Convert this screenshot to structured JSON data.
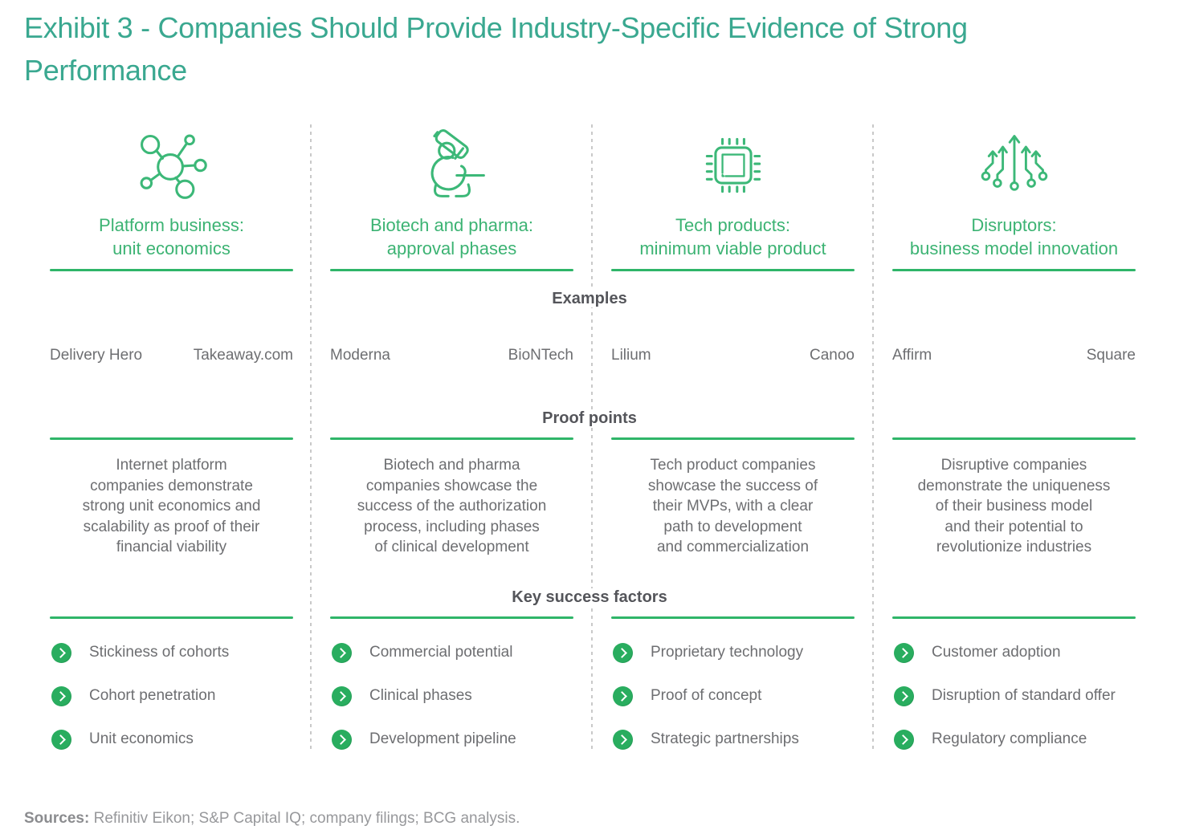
{
  "title_line1": "Exhibit 3 - Companies Should Provide Industry-Specific Evidence of Strong",
  "title_line2": "Performance",
  "section_headings": {
    "examples": "Examples",
    "proof_points": "Proof points",
    "key_success_factors": "Key success factors"
  },
  "columns": [
    {
      "icon": "network-icon",
      "header_line1": "Platform business:",
      "header_line2": "unit economics",
      "examples": [
        "Delivery Hero",
        "Takeaway.com"
      ],
      "proof_lines": [
        "Internet platform",
        "companies demonstrate",
        "strong unit economics and",
        "scalability as proof of their",
        "financial viability"
      ],
      "factors": [
        "Stickiness of cohorts",
        "Cohort penetration",
        "Unit economics"
      ]
    },
    {
      "icon": "microscope-icon",
      "header_line1": "Biotech and pharma:",
      "header_line2": "approval phases",
      "examples": [
        "Moderna",
        "BioNTech"
      ],
      "proof_lines": [
        "Biotech and pharma",
        "companies showcase the",
        "success of the authorization",
        "process, including phases",
        "of clinical development"
      ],
      "factors": [
        "Commercial potential",
        "Clinical phases",
        "Development pipeline"
      ]
    },
    {
      "icon": "chip-icon",
      "header_line1": "Tech products:",
      "header_line2": "minimum viable product",
      "examples": [
        "Lilium",
        "Canoo"
      ],
      "proof_lines": [
        "Tech product companies",
        "showcase the success of",
        "their MVPs, with a clear",
        "path to development",
        "and commercialization"
      ],
      "factors": [
        "Proprietary technology",
        "Proof of concept",
        "Strategic partnerships"
      ]
    },
    {
      "icon": "arrows-up-icon",
      "header_line1": "Disruptors:",
      "header_line2": "business model innovation",
      "examples": [
        "Affirm",
        "Square"
      ],
      "proof_lines": [
        "Disruptive companies",
        "demonstrate the uniqueness",
        "of their business model",
        "and their potential to",
        "revolutionize industries"
      ],
      "factors": [
        "Customer adoption",
        "Disruption of standard offer",
        "Regulatory compliance"
      ]
    }
  ],
  "sources": {
    "label": "Sources:",
    "text": " Refinitiv Eikon; S&P Capital IQ; company filings; BCG analysis."
  },
  "colors": {
    "title_teal": "#3aa890",
    "header_green": "#3cb373",
    "rule_green": "#2fb569",
    "bullet_green": "#29ad5f",
    "body_gray": "#6d6e71",
    "heading_gray": "#54555a",
    "sources_gray": "#97989b",
    "divider_gray": "#c9c9c9",
    "icon_green": "#3cb878"
  }
}
